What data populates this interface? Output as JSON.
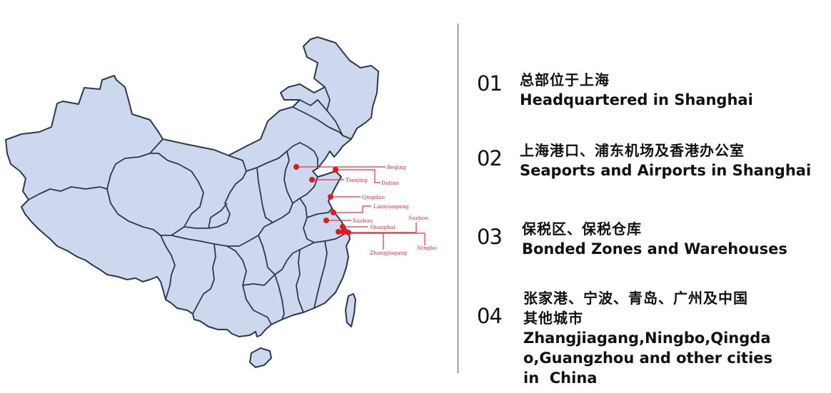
{
  "map": {
    "fill_color": "#cdd8ef",
    "border_color": "#2b3a4a",
    "marker_color": "#e8151f",
    "leader_color": "#d9343c",
    "cities": [
      {
        "name": "Beijing"
      },
      {
        "name": "Dalian"
      },
      {
        "name": "Tianjing"
      },
      {
        "name": "Qingdao"
      },
      {
        "name": "Lianyungang"
      },
      {
        "name": "Xuzhou"
      },
      {
        "name": "Shanghai"
      },
      {
        "name": "Suzhou"
      },
      {
        "name": "Ningbo"
      },
      {
        "name": "Zhangjiagang"
      }
    ]
  },
  "items": [
    {
      "num": "01",
      "cn": "总部位于上海",
      "en": "Headquartered in Shanghai"
    },
    {
      "num": "02",
      "cn": "上海港口、浦东机场及香港办公室",
      "en": "Seaports and Airports in Shanghai"
    },
    {
      "num": "03",
      "cn": "保税区、保税仓库",
      "en": "Bonded Zones and Warehouses"
    },
    {
      "num": "04",
      "cn_line1": "张家港、宁波、青岛、广州及中国",
      "cn_line2": "其他城市",
      "en_line1": "Zhangjiagang,Ningbo,Qingda",
      "en_line2": "o,Guangzhou and other cities",
      "en_line3": "in  China"
    }
  ]
}
